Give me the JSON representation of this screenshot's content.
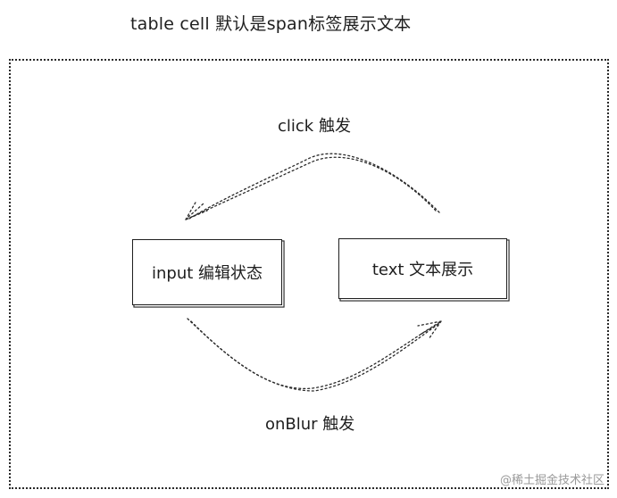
{
  "title": "table cell 默认是span标签展示文本",
  "edges": {
    "click": "click 触发",
    "blur": "onBlur 触发"
  },
  "nodes": {
    "input": "input 编辑状态",
    "text": "text 文本展示"
  },
  "watermark": "@稀土掘金技术社区"
}
